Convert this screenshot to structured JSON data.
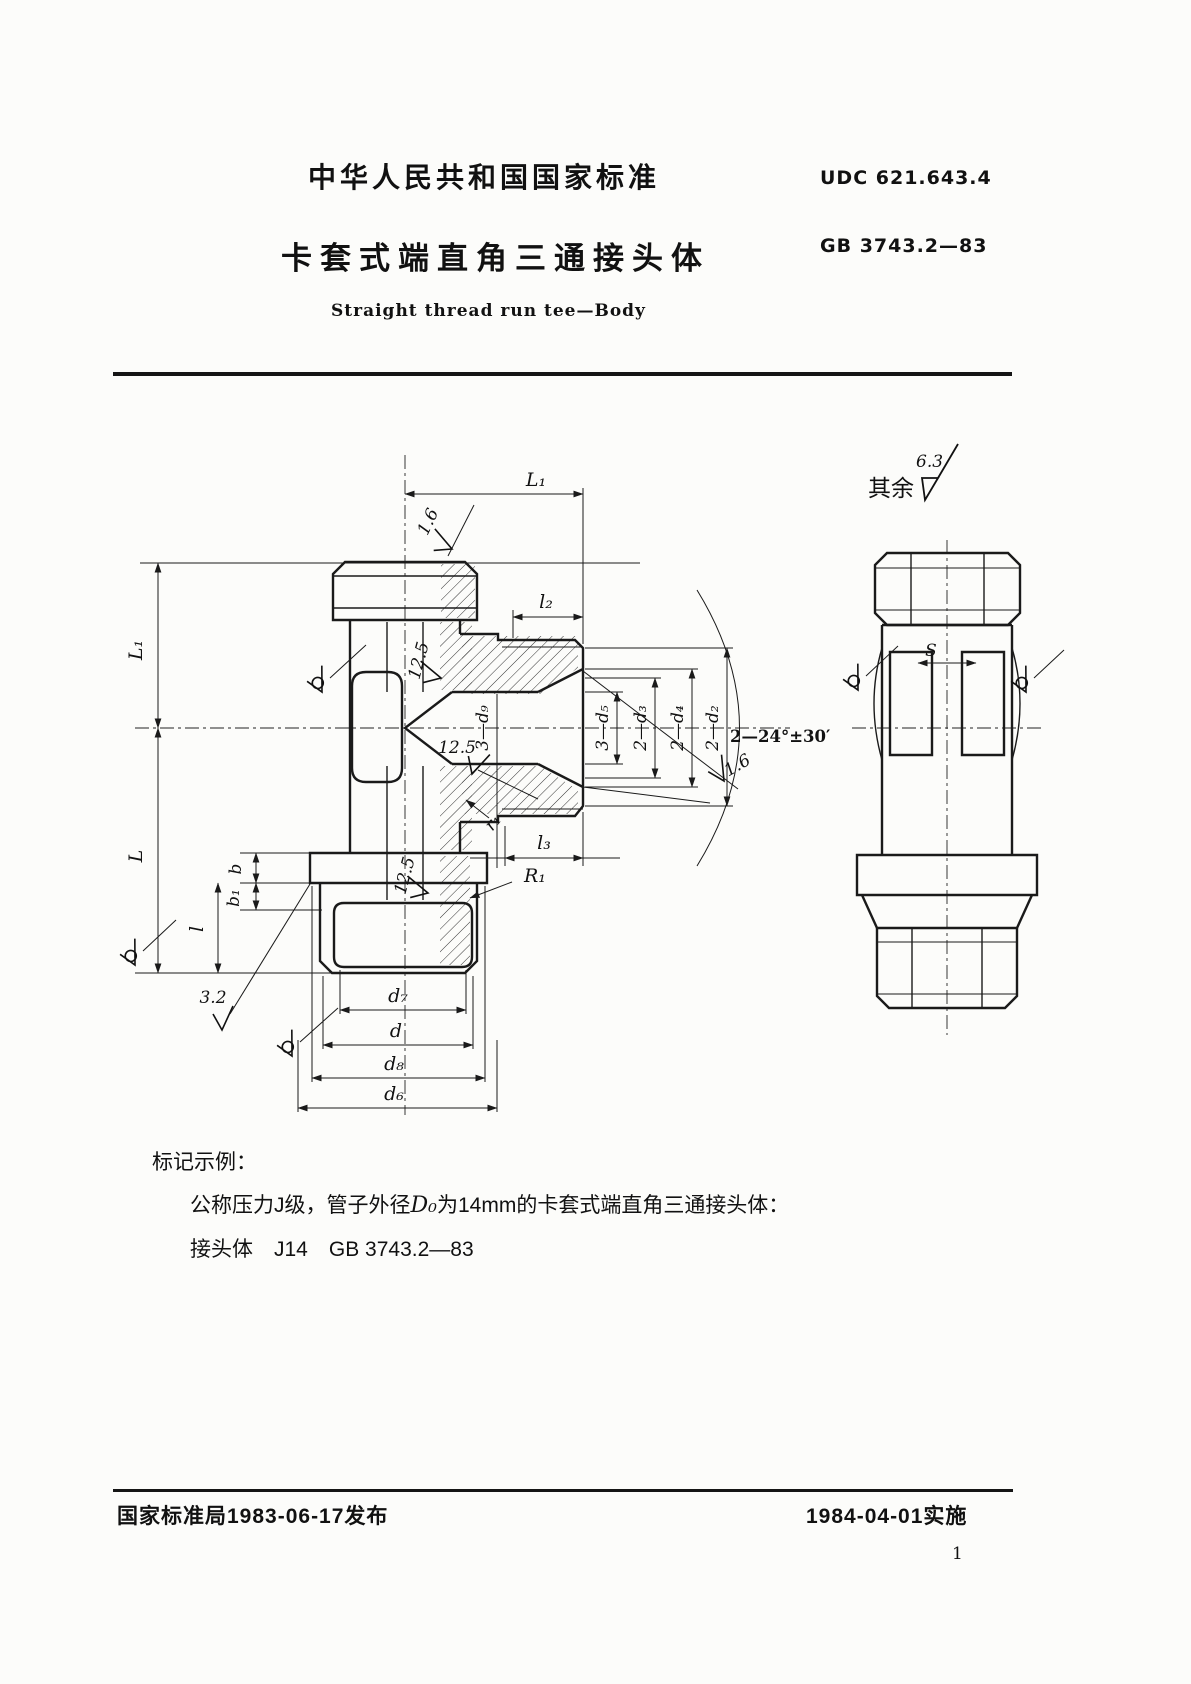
{
  "header": {
    "standard_title": "中华人民共和国国家标准",
    "udc": "UDC 621.643.4",
    "title": "卡套式端直角三通接头体",
    "code": "GB 3743.2—83",
    "subtitle_en": "Straight thread run tee—Body"
  },
  "drawing": {
    "roughness": {
      "prefix": "其余",
      "value": "6.3"
    },
    "labels": {
      "L1_top": "L₁",
      "L1_left": "L₁",
      "L_left": "L",
      "l2": "l₂",
      "l3": "l₃",
      "l": "l",
      "b": "b",
      "b1": "b₁",
      "d9": "3—d₉",
      "d5": "3—d₅",
      "d3": "2—d₃",
      "d4": "2—d₄",
      "d2": "2—d₂",
      "angle": "2—24°±30′",
      "r1": "r₁",
      "R1": "R₁",
      "d7": "d₇",
      "d": "d",
      "d8": "d₈",
      "d6": "d₆",
      "S": "S",
      "fin16_top": "1.6",
      "fin16_cone": "1.6",
      "fin125_wall": "12.5",
      "fin125_cone": "12.5",
      "fin125_stud": "12.5",
      "fin32": "3.2"
    }
  },
  "marking": {
    "heading": "标记示例：",
    "line1_pre": "公称压力J级，管子外径",
    "line1_symbol": "D₀",
    "line1_post": "为14mm的卡套式端直角三通接头体：",
    "line2": "接头体　J14　GB 3743.2—83"
  },
  "footer": {
    "left": "国家标准局1983-06-17发布",
    "right": "1984-04-01实施",
    "page_number": "1"
  }
}
